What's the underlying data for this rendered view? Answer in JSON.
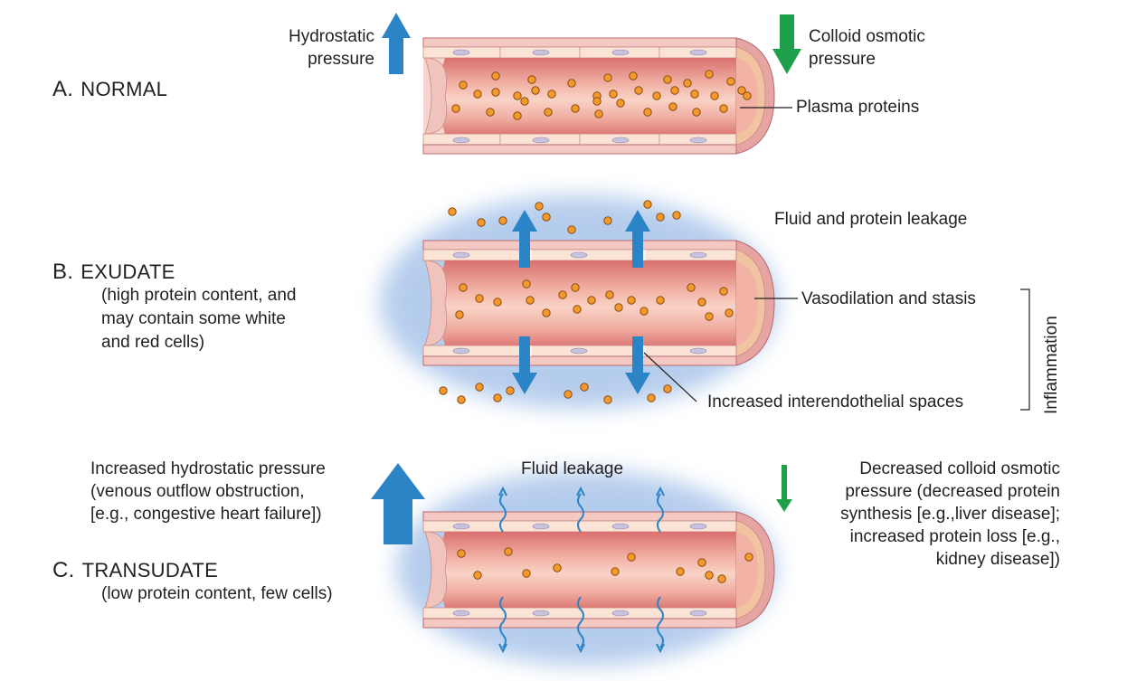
{
  "sections": {
    "a": {
      "letter": "A.",
      "title": "NORMAL"
    },
    "b": {
      "letter": "B.",
      "title": "EXUDATE",
      "sub": [
        "(high protein content, and",
        "may contain some white",
        "and red cells)"
      ]
    },
    "c": {
      "letter": "C.",
      "title": "TRANSUDATE",
      "sub": [
        "(low protein content, few cells)"
      ]
    }
  },
  "labels": {
    "hydrostatic": [
      "Hydrostatic",
      "pressure"
    ],
    "colloid": [
      "Colloid osmotic",
      "pressure"
    ],
    "plasma_proteins": "Plasma proteins",
    "fluid_protein_leakage": "Fluid and protein leakage",
    "vasodilation": "Vasodilation and stasis",
    "interendothelial": "Increased interendothelial spaces",
    "inflammation": "Inflammation",
    "fluid_leakage": "Fluid leakage",
    "increased_hydrostatic": [
      "Increased hydrostatic pressure",
      "(venous outflow obstruction,",
      "[e.g., congestive heart failure])"
    ],
    "decreased_colloid": [
      "Decreased colloid osmotic",
      "pressure (decreased protein",
      "synthesis [e.g.,liver disease];",
      "increased protein loss [e.g.,",
      "kidney disease])"
    ]
  },
  "colors": {
    "vessel_wall": "#f4c9c4",
    "lumen": "#e89a94",
    "endothelium": "#fbe3d6",
    "protein": "#f39a2b",
    "arrow_blue": "#2a84c6",
    "arrow_green": "#1ea04a",
    "edema_halo": "#a9c5ea"
  }
}
